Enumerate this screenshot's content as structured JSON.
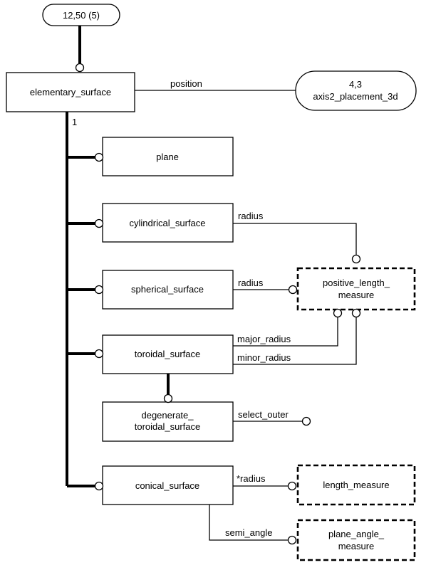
{
  "page_ref": {
    "label": "12,50 (5)"
  },
  "entities": {
    "elementary_surface": "elementary_surface",
    "plane": "plane",
    "cylindrical_surface": "cylindrical_surface",
    "spherical_surface": "spherical_surface",
    "toroidal_surface": "toroidal_surface",
    "degenerate_line1": "degenerate_",
    "degenerate_line2": "toroidal_surface",
    "conical_surface": "conical_surface"
  },
  "external_refs": {
    "axis_ref_line1": "4,3",
    "axis_ref_line2": "axis2_placement_3d"
  },
  "types": {
    "positive_length_line1": "positive_length_",
    "positive_length_line2": "measure",
    "length_measure": "length_measure",
    "plane_angle_line1": "plane_angle_",
    "plane_angle_line2": "measure"
  },
  "relations": {
    "position": "position",
    "one_of_marker": "1",
    "cyl_radius": "radius",
    "sph_radius": "radius",
    "major_radius": "major_radius",
    "minor_radius": "minor_radius",
    "select_outer": "select_outer",
    "cone_radius": "*radius",
    "semi_angle": "semi_angle"
  }
}
